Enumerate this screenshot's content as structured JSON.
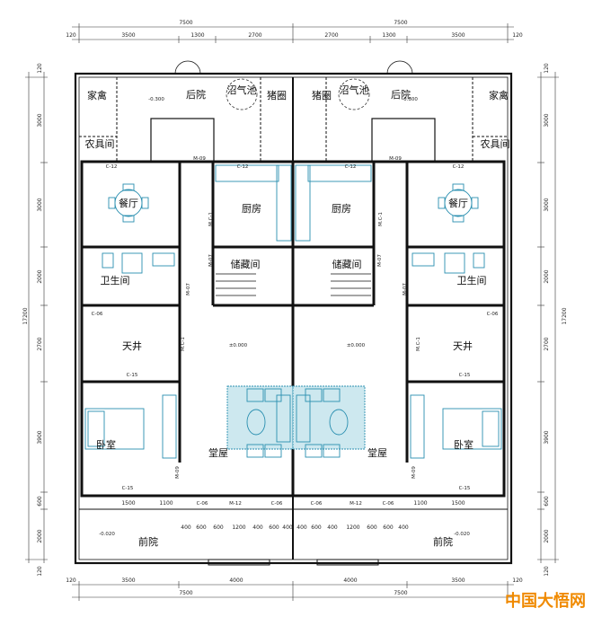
{
  "watermark": {
    "text": "中国大悟网",
    "color": "#f08a00"
  },
  "colors": {
    "wall": "#111111",
    "furniture": "#2a8fb0",
    "dim": "#333333"
  },
  "rooms": {
    "jiaqin": "家禽",
    "houyuan": "后院",
    "zhaoqichi": "沼气池",
    "zhujuan": "猪圈",
    "nongjujian": "农具间",
    "canting": "餐厅",
    "chufang": "厨房",
    "chucangjian": "储藏间",
    "weishengjian": "卫生间",
    "tianjing": "天井",
    "tangwu": "堂屋",
    "woshi": "卧室",
    "qianyuan": "前院"
  },
  "levels": {
    "back": "-0.300",
    "floor": "±0.000",
    "front": "-0.020"
  },
  "tags": {
    "m09": "M-09",
    "c12": "C-12",
    "c06": "C-06",
    "c15": "C-15",
    "m12": "M-12",
    "mc1": "M.C-1",
    "m07": "M-07"
  },
  "dims": {
    "total_half": "7500",
    "top_a": "3500",
    "top_b": "1300",
    "top_c": "2700",
    "bot_a": "3500",
    "bot_b": "4000",
    "wall": "120",
    "v_3000": "3000",
    "v_2000": "2000",
    "v_2700": "2700",
    "v_3900": "3900",
    "v_600": "600",
    "v_total": "17200",
    "win_a": "1500",
    "win_b": "1100",
    "p400": "400",
    "p600": "600",
    "p1200": "1200"
  }
}
